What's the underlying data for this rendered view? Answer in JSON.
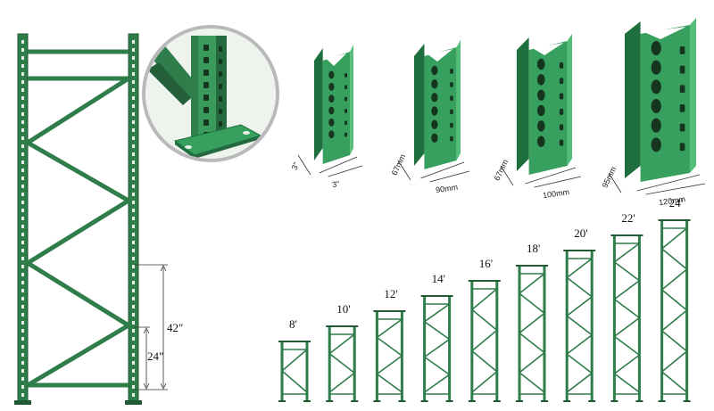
{
  "colors": {
    "frame_green": "#2f7d4a",
    "frame_dark": "#1f5a34",
    "upright_green": "#37a05e",
    "upright_light": "#55bd7a",
    "upright_shadow": "#1f6e3d",
    "slot": "#16351f",
    "dim_line": "#333333",
    "circle_border": "#b9b9b9"
  },
  "icons": [
    "base-plate-detail-icon"
  ],
  "main_frame": {
    "dimensions": [
      {
        "label": "42\"",
        "value_in": 42
      },
      {
        "label": "24\"",
        "value_in": 24
      }
    ]
  },
  "uprights": [
    {
      "depth_label": "3\"",
      "width_label": "3\""
    },
    {
      "depth_label": "67mm",
      "width_label": "90mm"
    },
    {
      "depth_label": "67mm",
      "width_label": "100mm"
    },
    {
      "depth_label": "95mm",
      "width_label": "120mm"
    }
  ],
  "frame_heights": [
    {
      "label": "8'",
      "feet": 8
    },
    {
      "label": "10'",
      "feet": 10
    },
    {
      "label": "12'",
      "feet": 12
    },
    {
      "label": "14'",
      "feet": 14
    },
    {
      "label": "16'",
      "feet": 16
    },
    {
      "label": "18'",
      "feet": 18
    },
    {
      "label": "20'",
      "feet": 20
    },
    {
      "label": "22'",
      "feet": 22
    },
    {
      "label": "24'",
      "feet": 24
    }
  ]
}
